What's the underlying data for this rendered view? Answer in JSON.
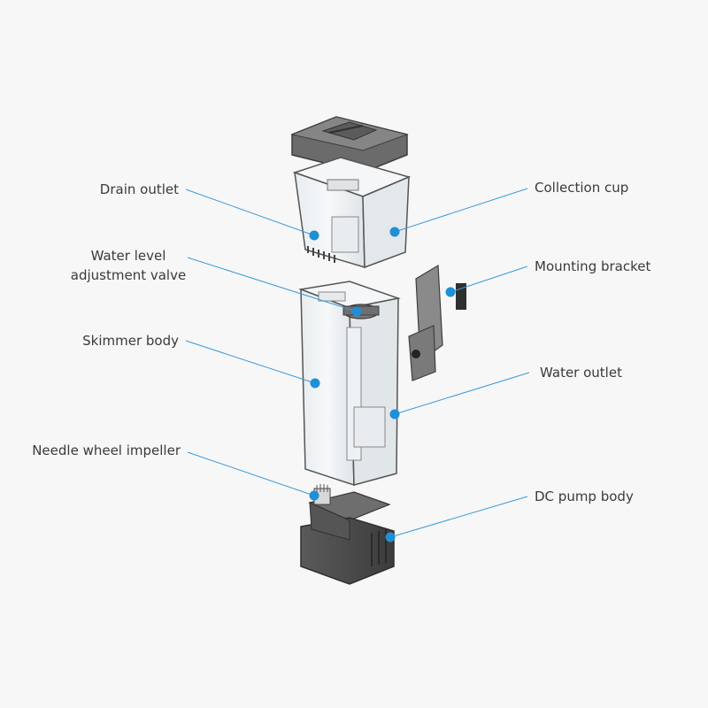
{
  "callouts": {
    "drain_outlet": "Drain outlet",
    "water_level_valve_line1": "Water level",
    "water_level_valve_line2": "adjustment valve",
    "skimmer_body": "Skimmer body",
    "needle_wheel_impeller": "Needle wheel impeller",
    "collection_cup": "Collection cup",
    "mounting_bracket": "Mounting bracket",
    "water_outlet": "Water outlet",
    "dc_pump_body": "DC pump body"
  },
  "colors": {
    "leader_line": "#3a9ad9",
    "dot": "#1f8fd6",
    "label_text": "#3a3a3a",
    "background": "#f7f7f7",
    "part_dark": "#4a4a4a",
    "part_clear": "#eceff1"
  }
}
